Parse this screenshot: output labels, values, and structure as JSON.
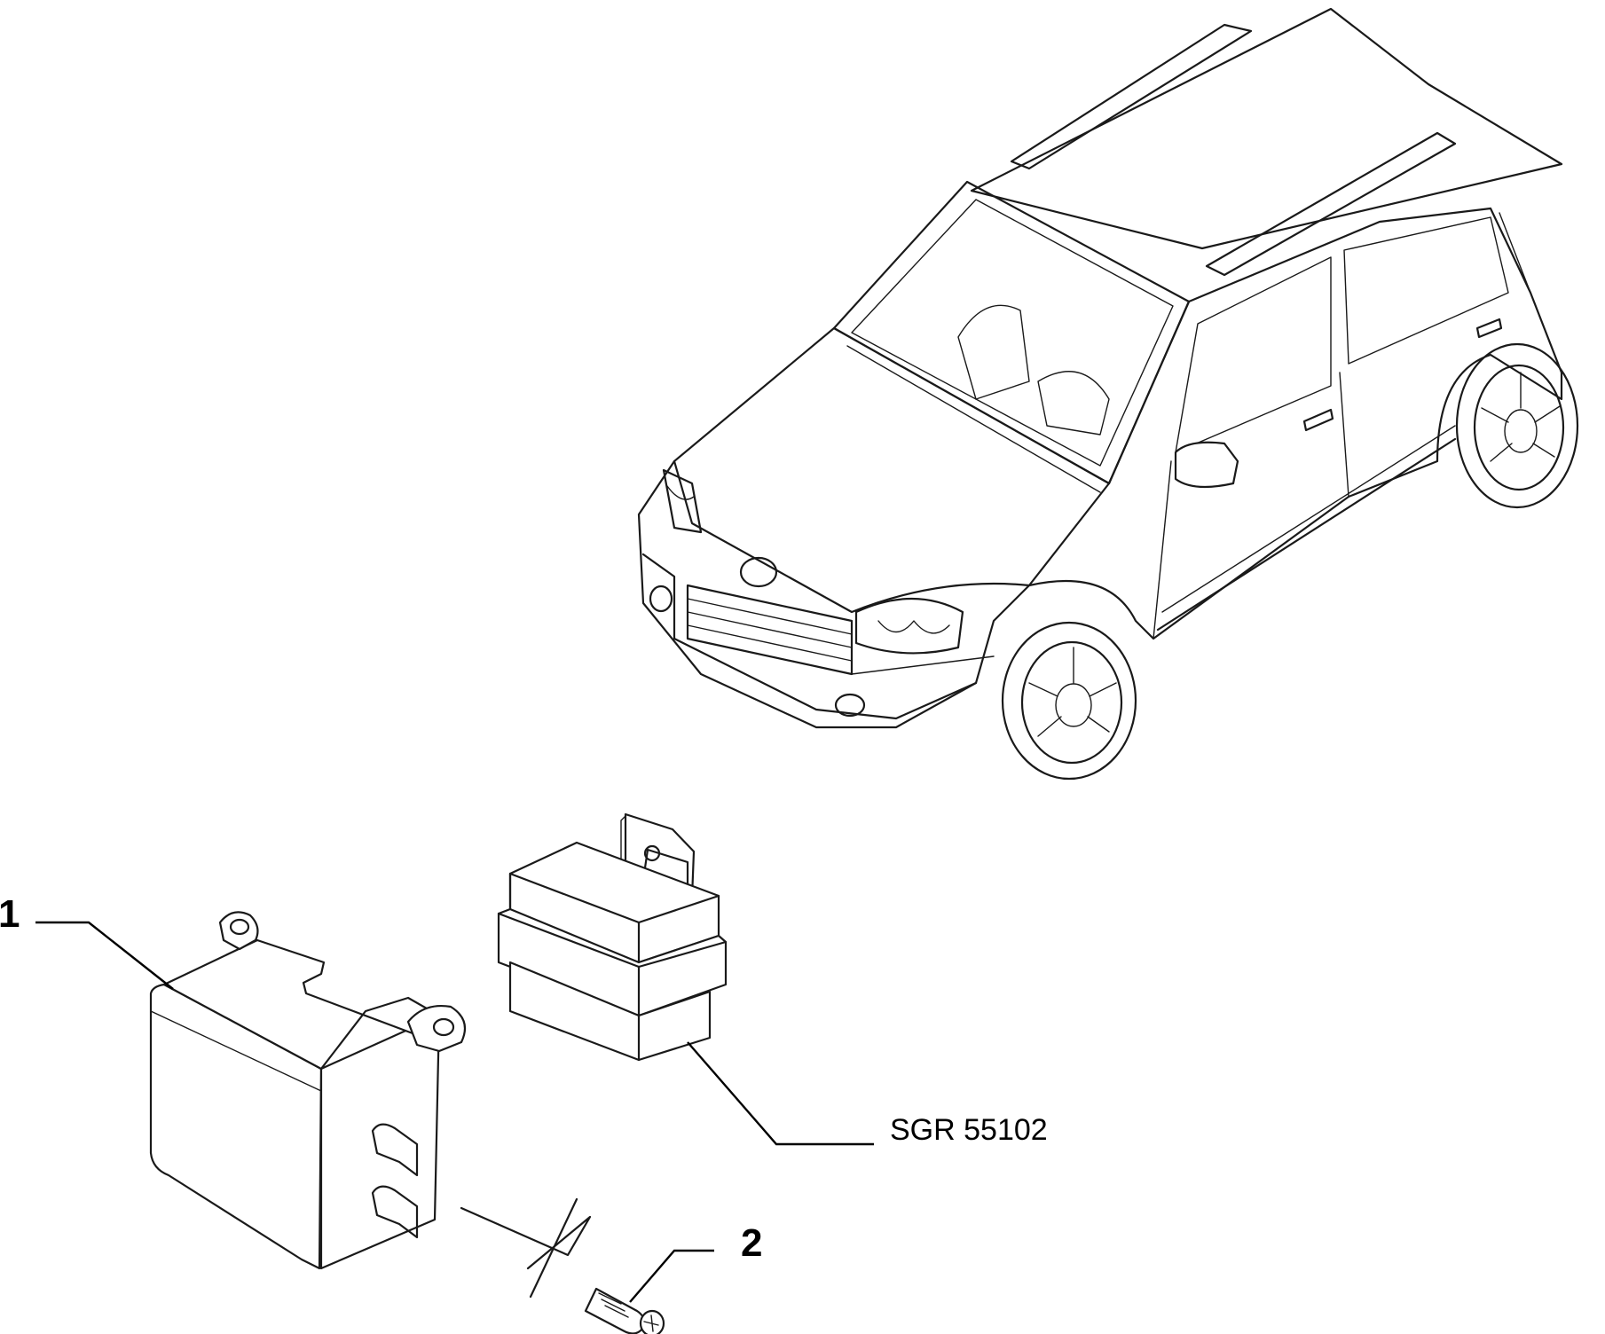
{
  "callouts": {
    "part1": "1",
    "part2": "2",
    "reference": "SGR 55102"
  },
  "colors": {
    "line": "#1a1a1a",
    "background": "#ffffff"
  }
}
